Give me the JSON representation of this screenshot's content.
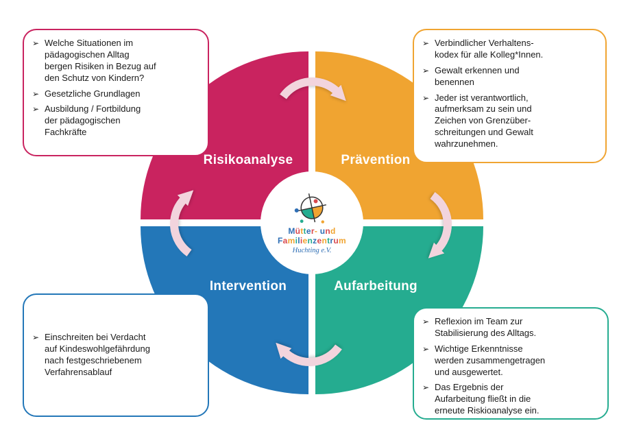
{
  "glyphs": {
    "bullet": "➢"
  },
  "colors": {
    "risikoanalyse": "#c9235f",
    "praevention": "#f0a431",
    "intervention": "#2377b8",
    "aufarbeitung": "#25ac90",
    "arrow": "#f2d4dd"
  },
  "wheel": {
    "quadrants": [
      {
        "id": "risikoanalyse",
        "label": "Risikoanalyse",
        "color": "#c9235f"
      },
      {
        "id": "praevention",
        "label": "Prävention",
        "color": "#f0a431"
      },
      {
        "id": "intervention",
        "label": "Intervention",
        "color": "#2377b8"
      },
      {
        "id": "aufarbeitung",
        "label": "Aufarbeitung",
        "color": "#25ac90"
      }
    ]
  },
  "center_logo": {
    "line1": "Mütter- und",
    "line2": "Familienzentrum",
    "line3": "Huchting e.V.",
    "palette": [
      "#2f6fb5",
      "#d8494f",
      "#f0a431",
      "#25ac90"
    ]
  },
  "boxes": {
    "top_left": {
      "color": "#c9235f",
      "items": [
        "Welche Situationen im\npädagogischen Alltag\nbergen Risiken in Bezug auf\nden Schutz von Kindern?",
        "Gesetzliche Grundlagen",
        "Ausbildung / Fortbildung\nder pädagogischen\nFachkräfte"
      ]
    },
    "top_right": {
      "color": "#f0a431",
      "items": [
        "Verbindlicher Verhaltens-\nkodex für alle Kolleg*Innen.",
        "Gewalt erkennen und\nbenennen",
        "Jeder ist verantwortlich,\naufmerksam zu sein und\nZeichen von Grenzüber-\nschreitungen und Gewalt\nwahrzunehmen."
      ]
    },
    "bottom_left": {
      "color": "#2377b8",
      "items": [
        "Einschreiten bei Verdacht\nauf Kindeswohlgefährdung\nnach festgeschriebenem\nVerfahrensablauf"
      ]
    },
    "bottom_right": {
      "color": "#25ac90",
      "items": [
        "Reflexion im Team zur\nStabilisierung des Alltags.",
        "Wichtige Erkenntnisse\nwerden zusammengetragen\nund ausgewertet.",
        "Das Ergebnis der\nAufarbeitung fließt in die\nerneute Riskioanalyse ein."
      ]
    }
  }
}
